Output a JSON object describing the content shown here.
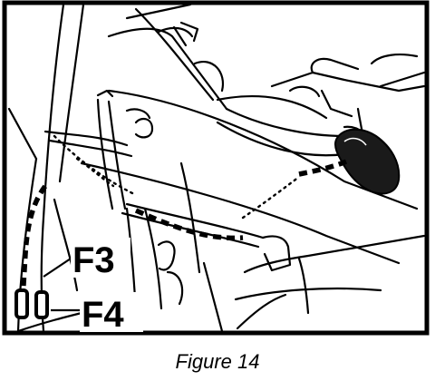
{
  "callouts": {
    "f3": "F3",
    "f4": "F4"
  },
  "caption": "Figure 14",
  "colors": {
    "ink": "#000000",
    "paper": "#ffffff",
    "component": "#1a1a1a"
  }
}
